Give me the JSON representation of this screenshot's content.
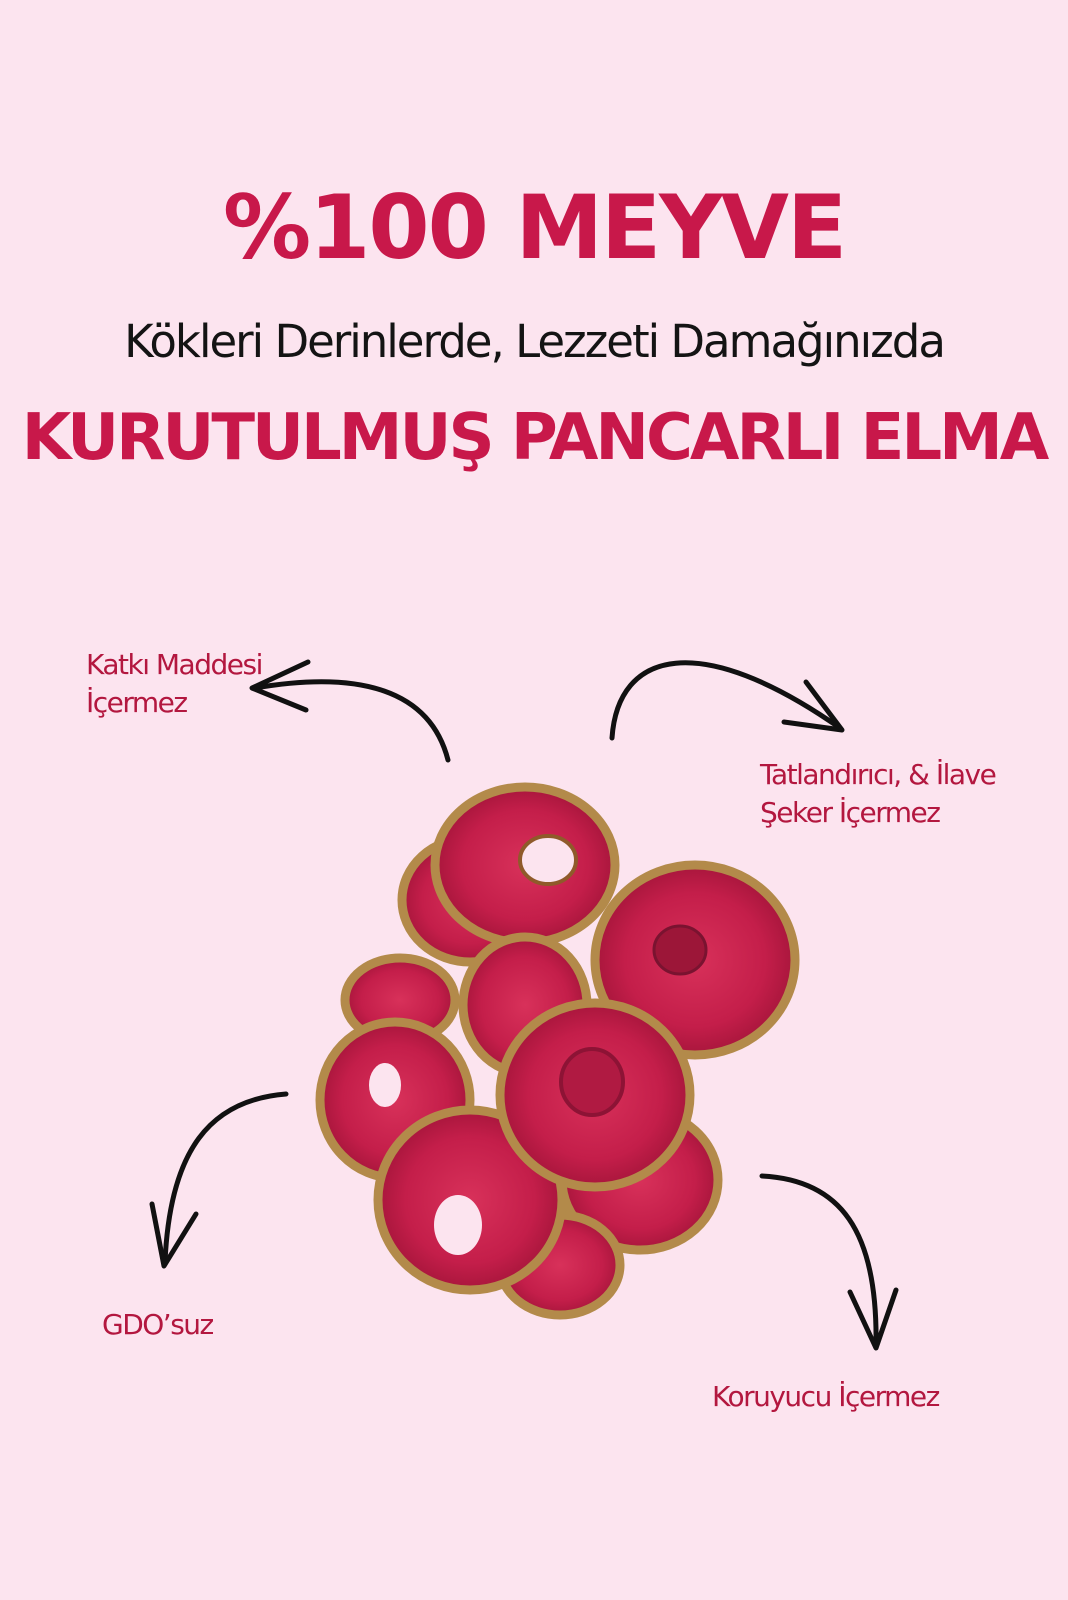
{
  "headline": "%100 MEYVE",
  "tagline": "Kökleri Derinlerde, Lezzeti Damağınızda",
  "product_name": "KURUTULMUŞ PANCARLI ELMA",
  "features": {
    "no_additives": "Katkı Maddesi İçermez",
    "no_sweetener": "Tatlandırıcı, & İlave Şeker İçermez",
    "non_gmo": "GDO’suz",
    "no_preservatives": "Koruyucu İçermez"
  },
  "colors": {
    "background": "#fce4ef",
    "accent": "#c8184a",
    "text": "#141414",
    "slice_flesh": "#c41e4a",
    "slice_skin": "#b38a4a"
  }
}
